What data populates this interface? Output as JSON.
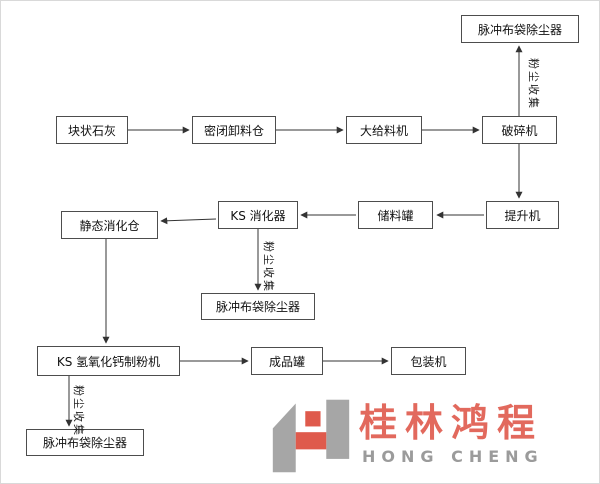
{
  "diagram": {
    "title": "lime-hydrated-calcium-powder-process-flowchart",
    "nodes": [
      {
        "id": "dust-collector-top",
        "label": "脉冲布袋除尘器"
      },
      {
        "id": "lump-lime",
        "label": "块状石灰"
      },
      {
        "id": "sealed-discharge-bin",
        "label": "密闭卸料仓"
      },
      {
        "id": "large-feeder",
        "label": "大给料机"
      },
      {
        "id": "crusher",
        "label": "破碎机"
      },
      {
        "id": "elevator",
        "label": "提升机"
      },
      {
        "id": "storage-tank",
        "label": "储料罐"
      },
      {
        "id": "ks-digester",
        "label": "KS 消化器"
      },
      {
        "id": "static-digestion-bin",
        "label": "静态消化仓"
      },
      {
        "id": "dust-collector-mid",
        "label": "脉冲布袋除尘器"
      },
      {
        "id": "ks-calcium-mill",
        "label": "KS 氢氧化钙制粉机"
      },
      {
        "id": "finished-product-tank",
        "label": "成品罐"
      },
      {
        "id": "packing-machine",
        "label": "包装机"
      },
      {
        "id": "dust-collector-bottom",
        "label": "脉冲布袋除尘器"
      }
    ],
    "edge_labels": [
      "粉尘收集",
      "粉尘收集",
      "粉尘收集"
    ]
  },
  "logo": {
    "brand_cn": "桂林鸿程",
    "brand_en": "HONG CHENG"
  },
  "colors": {
    "brand_red": "#e2695d",
    "brand_gray": "#9b9b9b",
    "box_border": "#4d4d4d",
    "line": "#333333"
  }
}
